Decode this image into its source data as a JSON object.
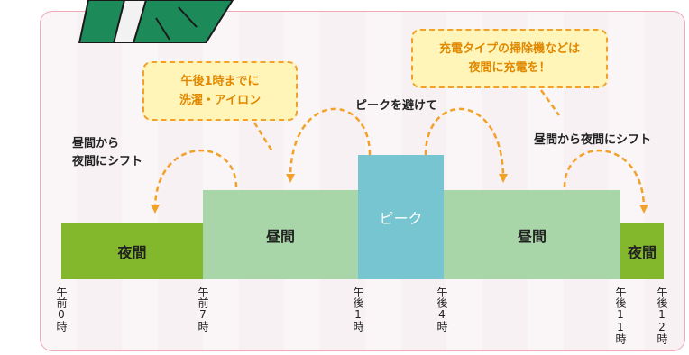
{
  "blocks": {
    "night_early": "夜間",
    "day_morning": "昼間",
    "peak": "ピーク",
    "day_afternoon": "昼間",
    "night_late": "夜間"
  },
  "time_labels": [
    "午前0時",
    "午前7時",
    "午後1時",
    "午後4時",
    "午後11時",
    "午後12時"
  ],
  "annotations": {
    "left_shift_line1": "昼間から",
    "left_shift_line2": "夜間にシフト",
    "avoid_peak": "ピークを避けて",
    "right_shift": "昼間から夜間にシフト"
  },
  "bubbles": {
    "laundry_line1": "午後1時までに",
    "laundry_line2": "洗濯・アイロン",
    "vacuum_line1": "充電タイプの掃除機などは",
    "vacuum_line2": "夜間に充電を！"
  },
  "colors": {
    "night": "#84b82c",
    "day": "#a8d6a9",
    "peak": "#78c5d2",
    "arrow": "#f2a22b",
    "bubble_bg": "#fff5b8"
  }
}
